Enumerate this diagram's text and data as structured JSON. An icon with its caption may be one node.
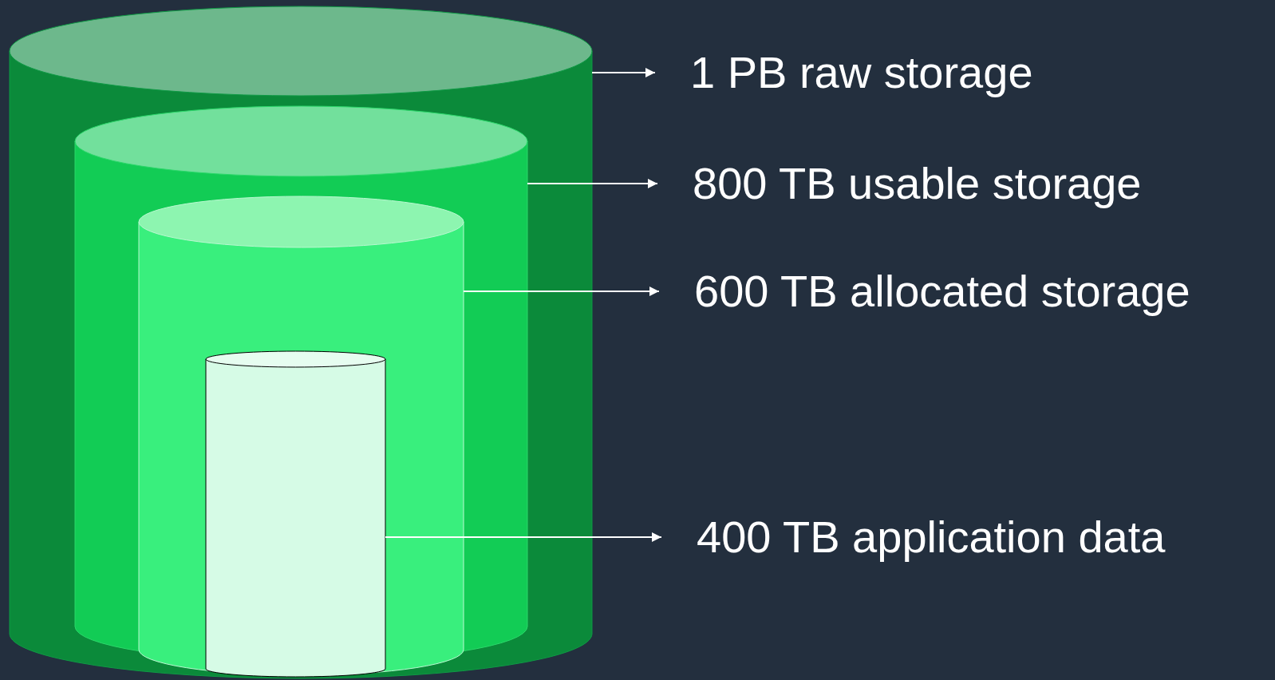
{
  "diagram": {
    "nodes": [
      {
        "text": [],
        "shape": "cylinder"
      },
      {
        "text": [],
        "shape": "cylinder",
        "in": 0
      },
      {
        "text": [],
        "shape": "cylinder",
        "in": 1
      },
      {
        "text": [],
        "shape": "cylinder",
        "in": 2
      },
      {
        "text": [
          "1 PB raw storage"
        ]
      },
      {
        "text": [
          "800 TB usable storage"
        ]
      },
      {
        "text": [
          "600 TB allocated storage"
        ]
      },
      {
        "text": [
          "400 TB application data"
        ]
      }
    ],
    "edges": [
      {
        "from": 0,
        "to": 4,
        "arrow": "to"
      },
      {
        "from": 1,
        "to": 5,
        "arrow": "to"
      },
      {
        "from": 2,
        "to": 6,
        "arrow": "to"
      },
      {
        "from": 3,
        "to": 7,
        "arrow": "to"
      }
    ]
  }
}
